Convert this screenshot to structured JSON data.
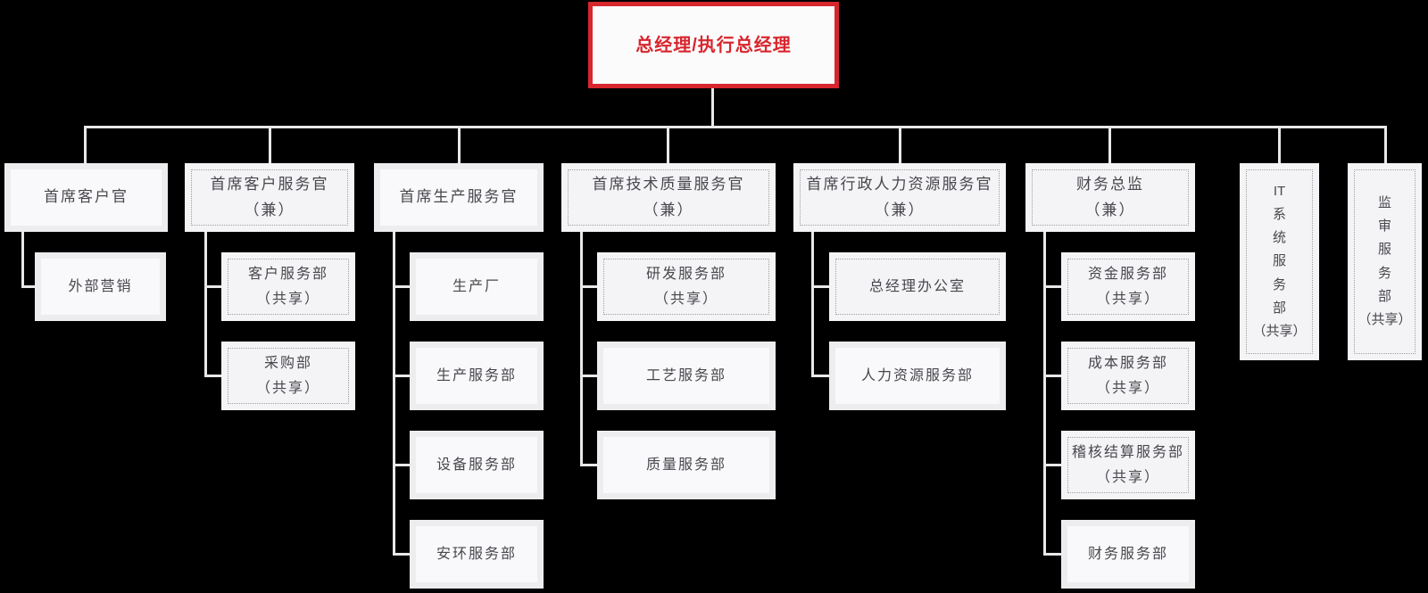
{
  "nodes": {
    "gm": "总经理/执行总经理",
    "cco": "首席客户官",
    "ccso": "首席客户服务官\n（兼）",
    "cpso": "首席生产服务官",
    "ctqso": "首席技术质量服务官\n（兼）",
    "cahrso": "首席行政人力资源服务官\n（兼）",
    "cfo": "财务总监\n（兼）",
    "it_dept": "IT\n系\n统\n服\n务\n部\n（共享）",
    "audit_dept": "监\n审\n服\n务\n部\n（共享）",
    "external_marketing": "外部营销",
    "customer_service": "客户服务部\n（共享）",
    "procurement": "采购部\n（共享）",
    "production_plant": "生产厂",
    "production_service": "生产服务部",
    "equipment_service": "设备服务部",
    "safety_env_service": "安环服务部",
    "rd_service": "研发服务部\n（共享）",
    "process_service": "工艺服务部",
    "quality_service": "质量服务部",
    "gm_office": "总经理办公室",
    "hr_service": "人力资源服务部",
    "treasury_service": "资金服务部\n（共享）",
    "cost_service": "成本服务部\n（共享）",
    "audit_settlement_service": "稽核结算服务部\n（共享）",
    "finance_service": "财务服务部"
  },
  "colors": {
    "background": "#000000",
    "accent_red": "#d8262d",
    "connector_line": "#e8e8e8",
    "box_fill": "#f5f5f7",
    "dashed_border": "#9f9fa3",
    "text": "#47474d"
  }
}
